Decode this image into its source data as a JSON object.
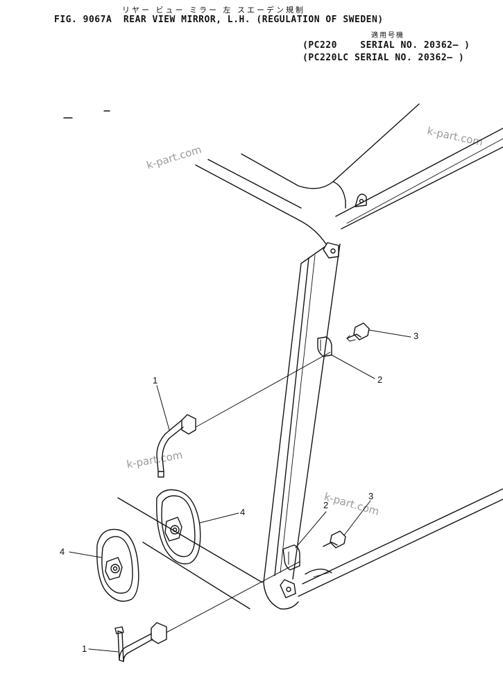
{
  "header": {
    "jp_title": "リヤー ビュー ミラー 左 スエーデン規制",
    "fig_title": "FIG. 9067A  REAR VIEW MIRROR, L.H. (REGULATION OF SWEDEN)",
    "applicable_jp": "適用号機",
    "serial_lines": [
      "(PC220    SERIAL NO. 20362– )",
      "(PC220LC SERIAL NO. 20362– )"
    ]
  },
  "watermark": "k-part.com",
  "callouts": [
    "1",
    "2",
    "3",
    "4",
    "1",
    "2",
    "3",
    "4"
  ],
  "colors": {
    "line": "#111111",
    "watermark": "#9a9a9a",
    "background": "#ffffff"
  }
}
